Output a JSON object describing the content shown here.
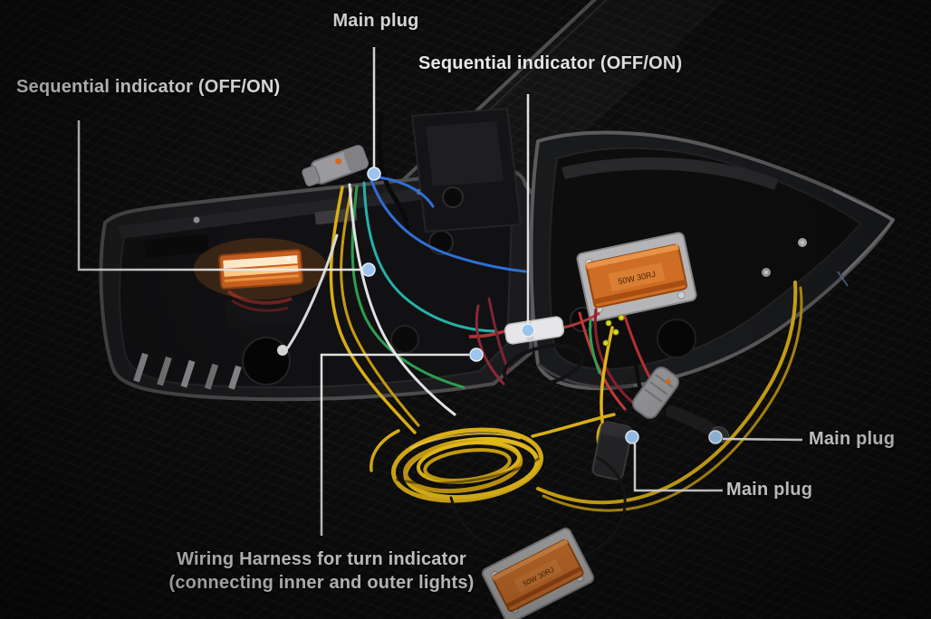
{
  "figure": {
    "type": "annotated-product-photo",
    "subject": "Rear view of two car tail-light assemblies with sequential turn-signal wiring harness"
  },
  "callouts": {
    "main_plug_top": {
      "label": "Main plug"
    },
    "sequential_indicator_top": {
      "label": "Sequential indicator (OFF/ON)"
    },
    "sequential_indicator_left": {
      "label": "Sequential indicator (OFF/ON)"
    },
    "main_plug_right_upper": {
      "label": "Main plug"
    },
    "main_plug_right_lower": {
      "label": "Main plug"
    },
    "wiring_harness": {
      "label_line1": "Wiring Harness for turn indicator",
      "label_line2": "(connecting inner and outer lights)"
    }
  },
  "parts": {
    "resistor_right_stamp": "50W 30RJ",
    "resistor_harness_stamp": "50W 30RJ"
  },
  "colors": {
    "background": "#0d0d0d",
    "label_text": "#efefef",
    "leader_line": "#ebebeb",
    "callout_dot": "#9cc4ec",
    "resistor_orange": "#d4742e",
    "wire_yellow": "#d9ae15"
  }
}
